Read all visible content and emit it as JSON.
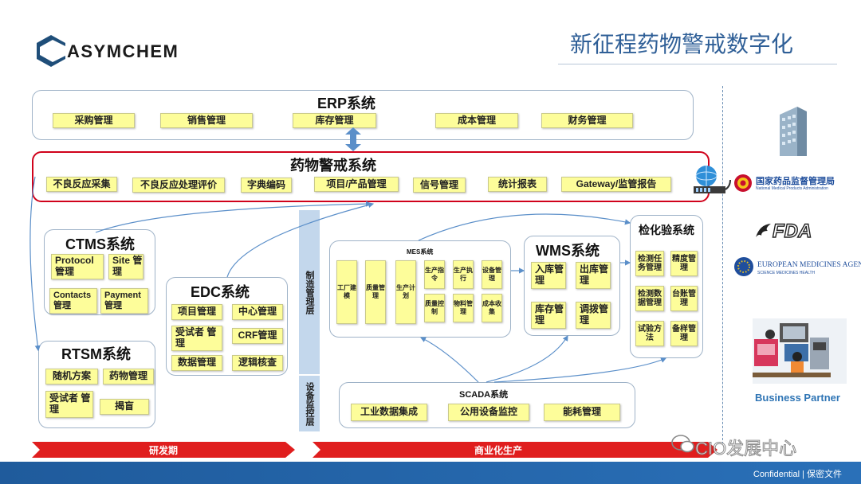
{
  "header": {
    "logo_text": "ASYMCHEM",
    "title": "新征程药物警戒数字化"
  },
  "erp": {
    "title": "ERP系统",
    "items": [
      "采购管理",
      "销售管理",
      "库存管理",
      "成本管理",
      "财务管理"
    ]
  },
  "pv": {
    "title": "药物警戒系统",
    "items": [
      "不良反应采集",
      "不良反应处理评价",
      "字典编码",
      "项目/产品管理",
      "信号管理",
      "统计报表",
      "Gateway/监管报告"
    ]
  },
  "ctms": {
    "title": "CTMS系统",
    "items": [
      "Protocol 管理",
      "Site 管理",
      "Contacts 管理",
      "Payment 管理"
    ]
  },
  "rtsm": {
    "title": "RTSM系统",
    "items": [
      "随机方案",
      "药物管理",
      "受试者 管理",
      "揭盲"
    ]
  },
  "edc": {
    "title": "EDC系统",
    "items": [
      "项目管理",
      "中心管理",
      "受试者 管理",
      "CRF管理",
      "数据管理",
      "逻辑核查"
    ]
  },
  "layers": {
    "manufacturing": "制造管理层",
    "equipment": "设备监控层"
  },
  "mes": {
    "title": "MES系统",
    "items": [
      "工厂建模",
      "质量管理",
      "生产计划",
      "生产指令",
      "生产执行",
      "设备管理",
      "质量控制",
      "物料管理",
      "成本收集"
    ]
  },
  "wms": {
    "title": "WMS系统",
    "items": [
      "入库管理",
      "出库管理",
      "库存管理",
      "调拨管理"
    ]
  },
  "lims": {
    "title": "检化验系统",
    "items": [
      "检测任务管理",
      "精度管理",
      "检测数据管理",
      "台账管理",
      "试验方法",
      "备样管理"
    ]
  },
  "scada": {
    "title": "SCADA系统",
    "items": [
      "工业数据集成",
      "公用设备监控",
      "能耗管理"
    ]
  },
  "phases": {
    "rd": "研发期",
    "commercial": "商业化生产"
  },
  "partners": {
    "nmpa_name": "国家药品监督管理局",
    "nmpa_en": "National Medical Products Administration",
    "fda": "FDA",
    "ema_name": "EUROPEAN MEDICINES AGENCY",
    "ema_sub": "SCIENCE MEDICINES HEALTH",
    "business_partner": "Business Partner"
  },
  "watermark": "CIO发展中心",
  "footer": "Confidential | 保密文件",
  "colors": {
    "accent_blue": "#2f75b5",
    "pv_border": "#d0021b",
    "item_yellow": "#fdfd9a",
    "footer_bar": "#1f5b9c",
    "phase_red": "#e01e1e"
  }
}
